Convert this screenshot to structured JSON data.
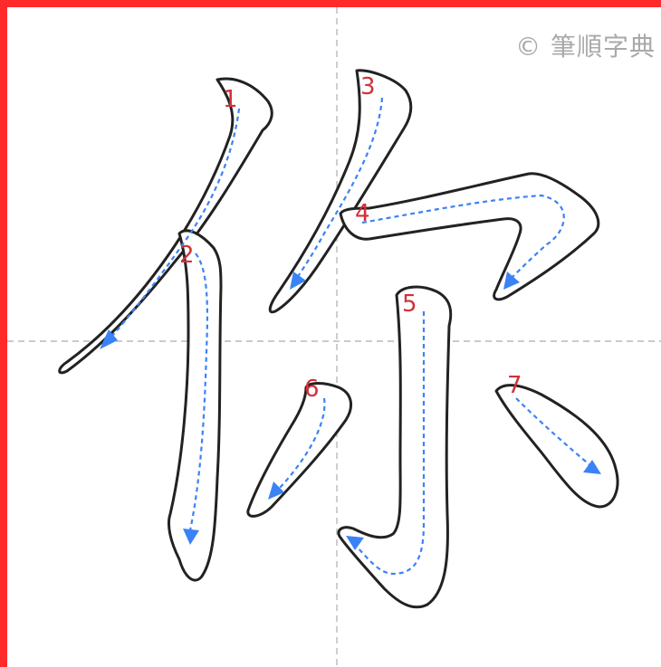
{
  "watermark": "© 筆順字典",
  "stroke_numbers": [
    "1",
    "2",
    "3",
    "4",
    "5",
    "6",
    "7"
  ],
  "colors": {
    "frame": "#ff2b2b",
    "guide": "#3b82f6",
    "numbers": "#d0303c",
    "outline": "#222222",
    "grid": "#b9b9b9"
  }
}
